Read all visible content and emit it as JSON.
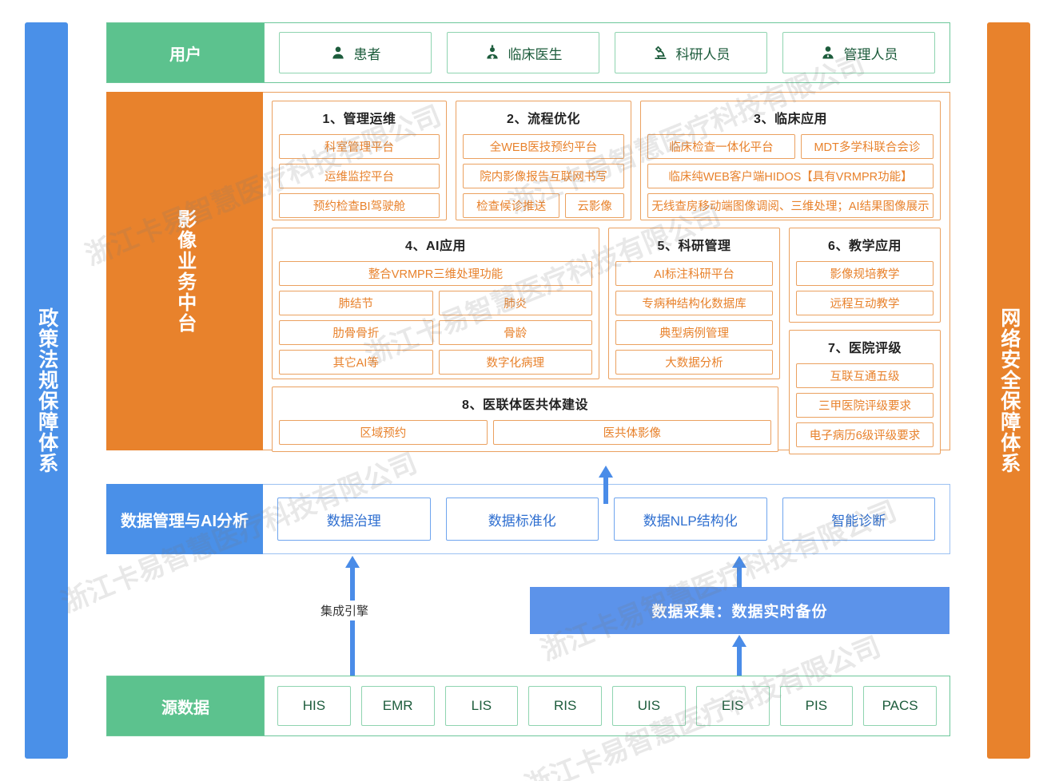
{
  "pillars": {
    "left": "政策法规保障体系",
    "right": "网络安全保障体系"
  },
  "colors": {
    "green": "#5cc28e",
    "orange": "#e8822c",
    "blue": "#4a90e8",
    "orange_text": "#e8822c",
    "blue_text": "#2f6fd0",
    "green_text": "#1d5c3c"
  },
  "watermark": "浙江卡易智慧医疗科技有限公司",
  "users": {
    "label": "用户",
    "items": [
      {
        "icon": "person-icon",
        "label": "患者"
      },
      {
        "icon": "doctor-icon",
        "label": "临床医生"
      },
      {
        "icon": "microscope-icon",
        "label": "科研人员"
      },
      {
        "icon": "manager-icon",
        "label": "管理人员"
      }
    ]
  },
  "middle": {
    "label": "影像业务中台",
    "groups": [
      {
        "title": "1、管理运维",
        "rows": [
          [
            "科室管理平台"
          ],
          [
            "运维监控平台"
          ],
          [
            "预约检查BI驾驶舱"
          ]
        ]
      },
      {
        "title": "2、流程优化",
        "rows": [
          [
            "全WEB医技预约平台"
          ],
          [
            "院内影像报告互联网书写"
          ],
          [
            "检查候诊推送",
            "云影像"
          ]
        ]
      },
      {
        "title": "3、临床应用",
        "rows": [
          [
            "临床检查一体化平台",
            "MDT多学科联合会诊"
          ],
          [
            "临床纯WEB客户端HIDOS【具有VRMPR功能】"
          ],
          [
            "无线查房移动端图像调阅、三维处理；AI结果图像展示"
          ]
        ]
      },
      {
        "title": "4、AI应用",
        "rows": [
          [
            "整合VRMPR三维处理功能"
          ],
          [
            "肺结节",
            "肺炎"
          ],
          [
            "肋骨骨折",
            "骨龄"
          ],
          [
            "其它AI等",
            "数字化病理"
          ]
        ]
      },
      {
        "title": "5、科研管理",
        "rows": [
          [
            "AI标注科研平台"
          ],
          [
            "专病种结构化数据库"
          ],
          [
            "典型病例管理"
          ],
          [
            "大数据分析"
          ]
        ]
      },
      {
        "title": "6、教学应用",
        "rows": [
          [
            "影像规培教学"
          ],
          [
            "远程互动教学"
          ]
        ]
      },
      {
        "title": "7、医院评级",
        "rows": [
          [
            "互联互通五级"
          ],
          [
            "三甲医院评级要求"
          ],
          [
            "电子病历6级评级要求"
          ]
        ]
      },
      {
        "title": "8、医联体医共体建设",
        "rows": [
          [
            "区域预约",
            "医共体影像"
          ]
        ]
      }
    ]
  },
  "data_layer": {
    "label": "数据管理与AI分析",
    "items": [
      "数据治理",
      "数据标准化",
      "数据NLP结构化",
      "智能诊断"
    ]
  },
  "connectors": {
    "integration_engine": "集成引擎",
    "collection_box": "数据采集：数据实时备份"
  },
  "source": {
    "label": "源数据",
    "items": [
      "HIS",
      "EMR",
      "LIS",
      "RIS",
      "UIS",
      "EIS",
      "PIS",
      "PACS"
    ]
  }
}
